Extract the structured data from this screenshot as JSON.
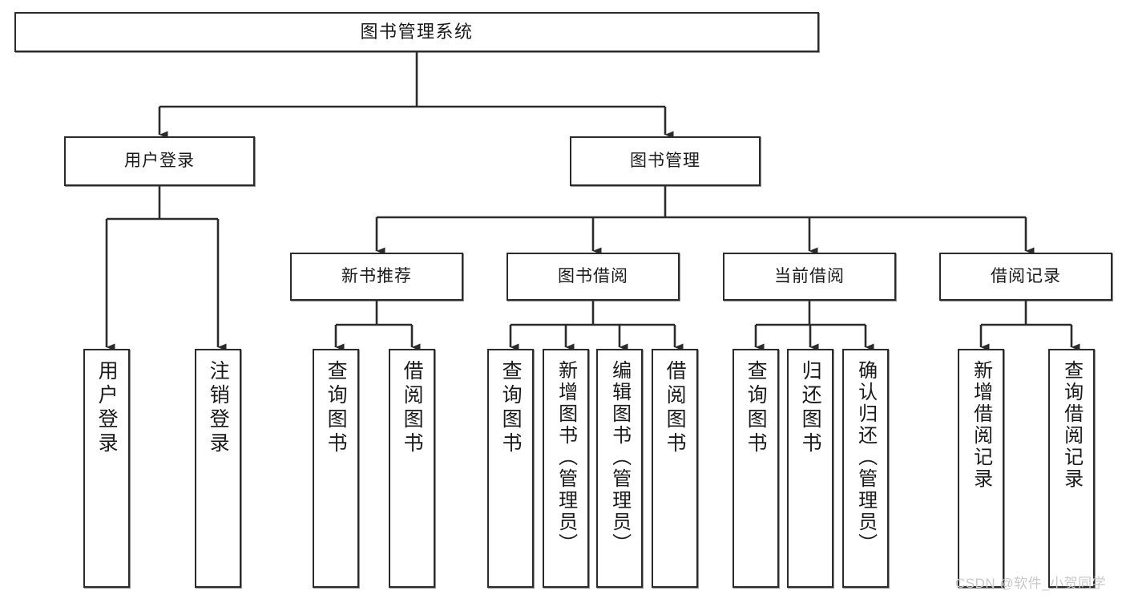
{
  "diagram": {
    "type": "tree-hierarchy-chart",
    "title": "图书管理系统",
    "orientation": "top-down",
    "colors": {
      "border": "#2b2b2b",
      "fill": "#ffffff",
      "text": "#1a1a1a",
      "watermark": "#c9c9c9"
    },
    "levels": {
      "root": {
        "label": "图书管理系统"
      },
      "level2": [
        {
          "id": "user-login",
          "label": "用户登录"
        },
        {
          "id": "book-management",
          "label": "图书管理"
        }
      ],
      "level3": [
        {
          "id": "new-book-recommend",
          "label": "新书推荐",
          "parent": "book-management"
        },
        {
          "id": "book-borrow",
          "label": "图书借阅",
          "parent": "book-management"
        },
        {
          "id": "current-borrow",
          "label": "当前借阅",
          "parent": "book-management"
        },
        {
          "id": "borrow-record",
          "label": "借阅记录",
          "parent": "book-management"
        }
      ],
      "leaves": [
        {
          "id": "leaf-user-login",
          "label": "用户登录",
          "parent": "user-login"
        },
        {
          "id": "leaf-logout-login",
          "label": "注销登录",
          "parent": "user-login"
        },
        {
          "id": "leaf-query-book-1",
          "label": "查询图书",
          "parent": "new-book-recommend"
        },
        {
          "id": "leaf-borrow-book-1",
          "label": "借阅图书",
          "parent": "new-book-recommend"
        },
        {
          "id": "leaf-query-book-2",
          "label": "查询图书",
          "parent": "book-borrow"
        },
        {
          "id": "leaf-add-book",
          "label": "新增图书（管理员）",
          "parent": "book-borrow"
        },
        {
          "id": "leaf-edit-book",
          "label": "编辑图书（管理员）",
          "parent": "book-borrow"
        },
        {
          "id": "leaf-borrow-book-2",
          "label": "借阅图书",
          "parent": "book-borrow"
        },
        {
          "id": "leaf-query-book-3",
          "label": "查询图书",
          "parent": "current-borrow"
        },
        {
          "id": "leaf-return-book",
          "label": "归还图书",
          "parent": "current-borrow"
        },
        {
          "id": "leaf-confirm-return",
          "label": "确认归还（管理员）",
          "parent": "current-borrow"
        },
        {
          "id": "leaf-add-record",
          "label": "新增借阅记录",
          "parent": "borrow-record"
        },
        {
          "id": "leaf-query-record",
          "label": "查询借阅记录",
          "parent": "borrow-record"
        }
      ]
    },
    "watermark": "CSDN @软件_小贺同学"
  }
}
